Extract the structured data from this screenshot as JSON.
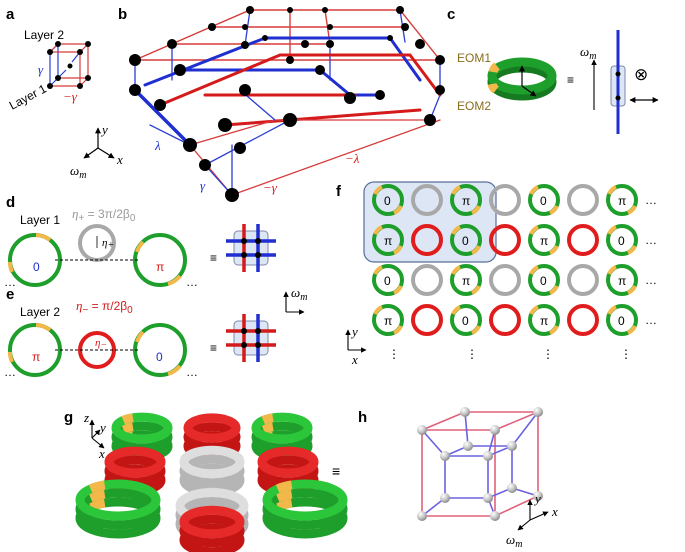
{
  "panels": [
    "a",
    "b",
    "c",
    "d",
    "e",
    "f",
    "g",
    "h"
  ],
  "colors": {
    "green": "#1e9e2a",
    "red": "#e01c1c",
    "grey": "#a8a8a8",
    "blue": "#1f2fd0",
    "highlight": "#dde6f4",
    "eom_yellow": "#f3b84a",
    "edge_red": "#d63b3b",
    "edge_blue": "#2b3fd6"
  },
  "panel_a": {
    "layer2": "Layer 2",
    "layer1": "Layer 1",
    "gamma": "γ",
    "minus_gamma": "−γ",
    "axis_y": "y",
    "axis_x": "x",
    "axis_w": "ω",
    "axis_w_sub": "m"
  },
  "panel_b": {
    "lambda": "λ",
    "minus_lambda": "−λ",
    "gamma": "γ",
    "minus_gamma": "−γ"
  },
  "panel_c": {
    "eom1": "EOM1",
    "eom2": "EOM2",
    "omega": "ω",
    "omega_sub": "m",
    "equiv": "≡",
    "otimes": "⊗"
  },
  "panel_d": {
    "layer": "Layer 1",
    "eta": "η",
    "eta_sub": "+",
    "eta_rest": " = 3π/2β",
    "eta_beta_sub": "0",
    "phase_left": "0",
    "phase_right": "π",
    "dots": "…",
    "equiv": "≡",
    "axis_w": "ω",
    "axis_w_sub": "m"
  },
  "panel_e": {
    "layer": "Layer 2",
    "eta": "η",
    "eta_sub": "−",
    "eta_rest": " = π/2β",
    "eta_beta_sub": "0",
    "phase_left": "π",
    "phase_right": "0",
    "dots": "…",
    "equiv": "≡"
  },
  "panel_f": {
    "rows": [
      [
        "0",
        "g",
        "π",
        "g",
        "0",
        "g",
        "π",
        "…"
      ],
      [
        "π",
        "r",
        "0",
        "r",
        "π",
        "r",
        "0",
        "…"
      ],
      [
        "0",
        "g",
        "π",
        "g",
        "0",
        "g",
        "π",
        "…"
      ],
      [
        "π",
        "r",
        "0",
        "r",
        "π",
        "r",
        "0",
        "…"
      ]
    ],
    "vdots": "⋮",
    "axis_y": "y",
    "axis_x": "x"
  },
  "panel_g": {
    "axis_z": "z",
    "axis_y": "y",
    "axis_x": "x",
    "equiv": "≡"
  },
  "panel_h": {
    "axis_y": "y",
    "axis_x": "x",
    "axis_w": "ω",
    "axis_w_sub": "m"
  }
}
